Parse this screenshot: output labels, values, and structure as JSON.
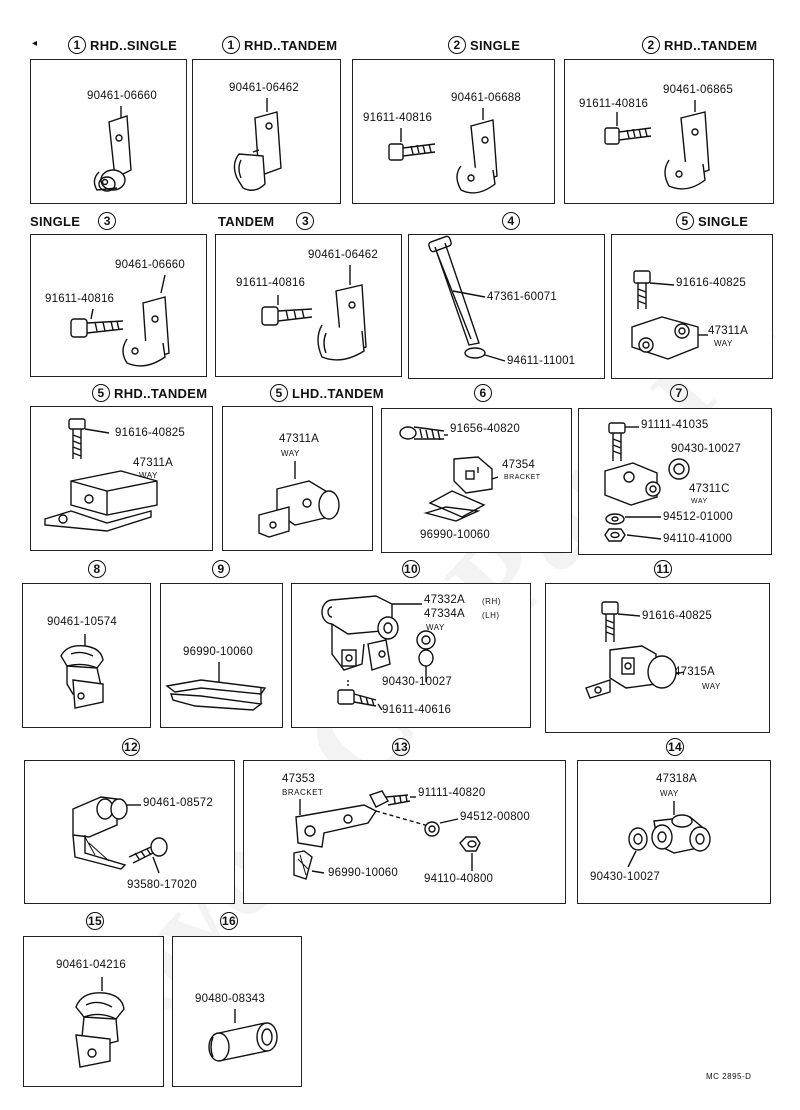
{
  "corner_mark": "◂",
  "watermark": "ToyotaCarPart.ru",
  "figure_code": "MC 2895-D",
  "groups": [
    {
      "num": "1",
      "title": "RHD..SINGLE",
      "parts": [
        "90461-06660"
      ]
    },
    {
      "num": "1",
      "title": "RHD..TANDEM",
      "parts": [
        "90461-06462"
      ]
    },
    {
      "num": "2",
      "title": "SINGLE",
      "parts": [
        "91611-40816",
        "90461-06688"
      ]
    },
    {
      "num": "2",
      "title": "RHD..TANDEM",
      "parts": [
        "91611-40816",
        "90461-06865"
      ]
    },
    {
      "num": "3",
      "title": "SINGLE",
      "parts": [
        "90461-06660",
        "91611-40816"
      ]
    },
    {
      "num": "3",
      "title": "TANDEM",
      "parts": [
        "90461-06462",
        "91611-40816"
      ]
    },
    {
      "num": "4",
      "title": "",
      "parts": [
        "47361-60071",
        "94611-11001"
      ]
    },
    {
      "num": "5",
      "title": "SINGLE",
      "parts": [
        "91616-40825",
        "47311A"
      ],
      "subs": [
        "WAY"
      ]
    },
    {
      "num": "5",
      "title": "RHD..TANDEM",
      "parts": [
        "91616-40825",
        "47311A"
      ],
      "subs": [
        "WAY"
      ]
    },
    {
      "num": "5",
      "title": "LHD..TANDEM",
      "parts": [
        "47311A"
      ],
      "subs": [
        "WAY"
      ]
    },
    {
      "num": "6",
      "title": "",
      "parts": [
        "91656-40820",
        "47354",
        "96990-10060"
      ],
      "subs": [
        "BRACKET"
      ]
    },
    {
      "num": "7",
      "title": "",
      "parts": [
        "91111-41035",
        "90430-10027",
        "47311C",
        "94512-01000",
        "94110-41000"
      ],
      "subs": [
        "WAY"
      ]
    },
    {
      "num": "8",
      "title": "",
      "parts": [
        "90461-10574"
      ]
    },
    {
      "num": "9",
      "title": "",
      "parts": [
        "96990-10060"
      ]
    },
    {
      "num": "10",
      "title": "",
      "parts": [
        "47332A",
        "47334A",
        "90430-10027",
        "91611-40616"
      ],
      "subs": [
        "(RH)",
        "(LH)",
        "WAY"
      ]
    },
    {
      "num": "11",
      "title": "",
      "parts": [
        "91616-40825",
        "47315A"
      ],
      "subs": [
        "WAY"
      ]
    },
    {
      "num": "12",
      "title": "",
      "parts": [
        "90461-08572",
        "93580-17020"
      ]
    },
    {
      "num": "13",
      "title": "",
      "parts": [
        "47353",
        "91111-40820",
        "94512-00800",
        "96990-10060",
        "94110-40800"
      ],
      "subs": [
        "BRACKET"
      ]
    },
    {
      "num": "14",
      "title": "",
      "parts": [
        "47318A",
        "90430-10027"
      ],
      "subs": [
        "WAY"
      ]
    },
    {
      "num": "15",
      "title": "",
      "parts": [
        "90461-04216"
      ]
    },
    {
      "num": "16",
      "title": "",
      "parts": [
        "90480-08343"
      ]
    }
  ]
}
